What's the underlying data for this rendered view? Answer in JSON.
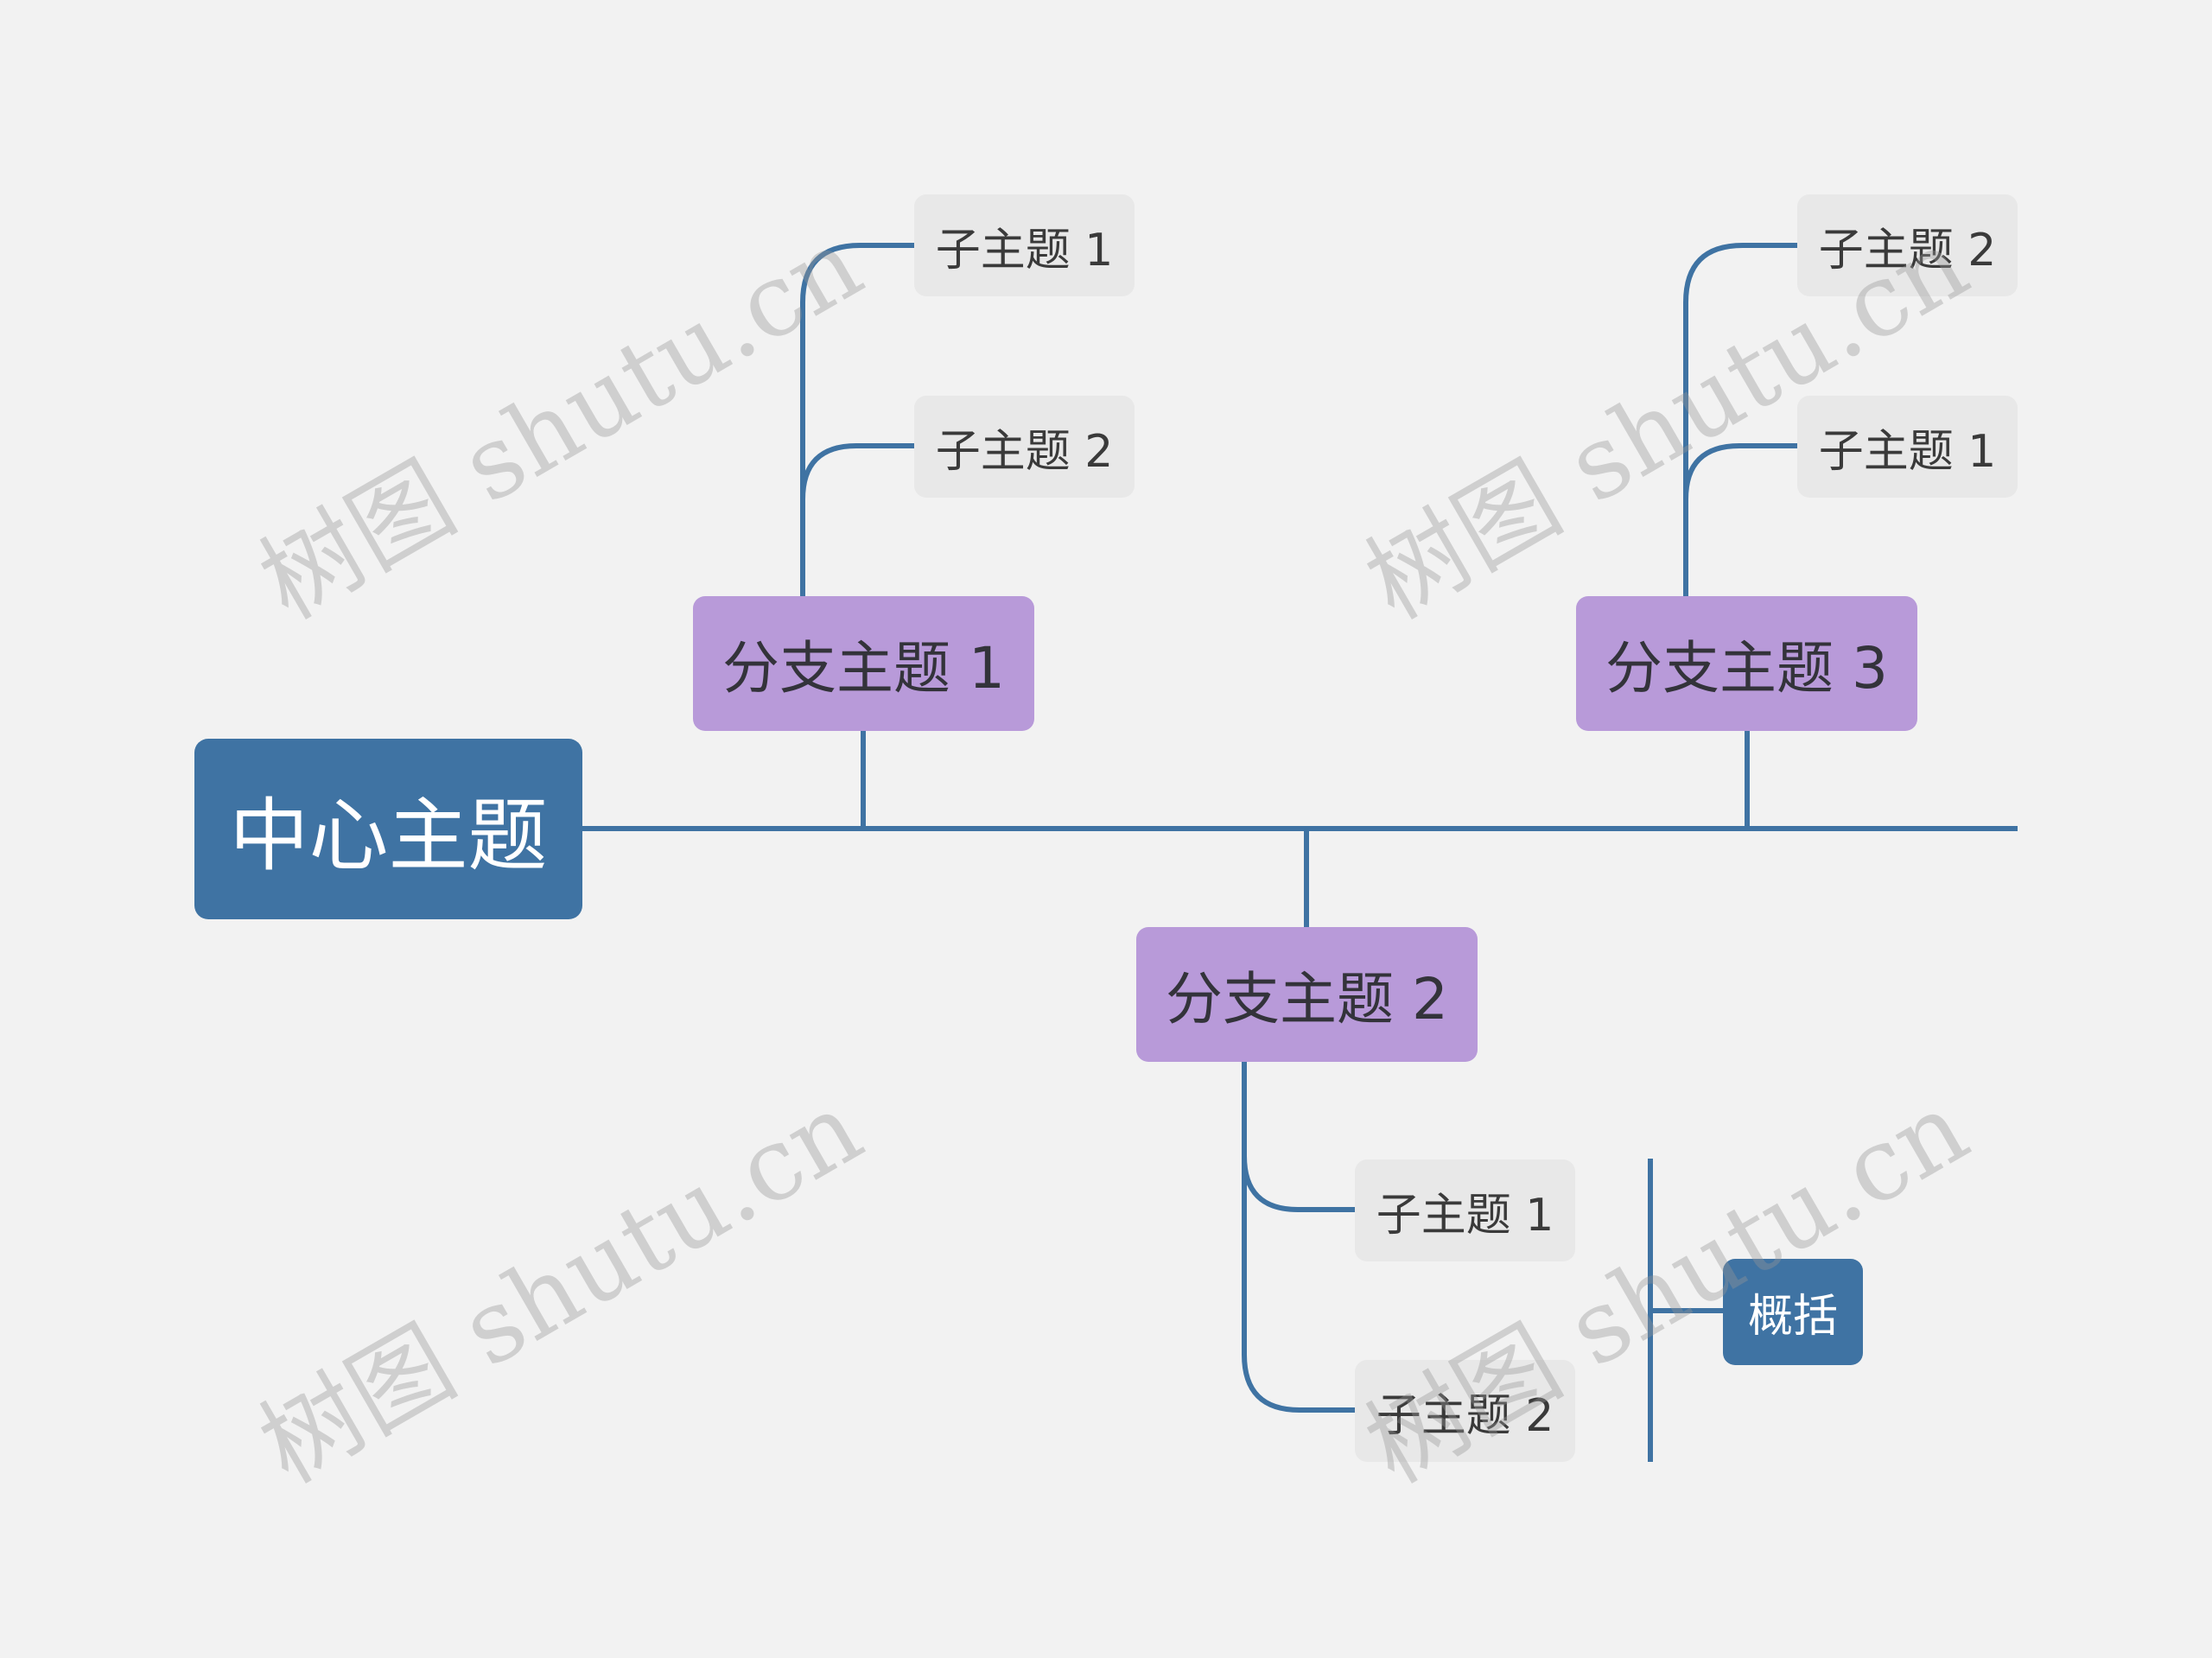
{
  "colors": {
    "background": "#f2f2f2",
    "connector": "#3f73a3",
    "central_fill": "#3f73a3",
    "branch_fill": "#b89ad9",
    "subtopic_fill": "#e8e8e8",
    "summary_fill": "#3f73a3"
  },
  "central_topic": "中心主题",
  "branches": [
    {
      "label": "分支主题 1",
      "subtopics": [
        "子主题 1",
        "子主题 2"
      ]
    },
    {
      "label": "分支主题 2",
      "subtopics": [
        "子主题 1",
        "子主题 2"
      ],
      "summary": "概括"
    },
    {
      "label": "分支主题 3",
      "subtopics": [
        "子主题 2",
        "子主题 1"
      ]
    }
  ],
  "watermark": "树图 shutu.cn"
}
